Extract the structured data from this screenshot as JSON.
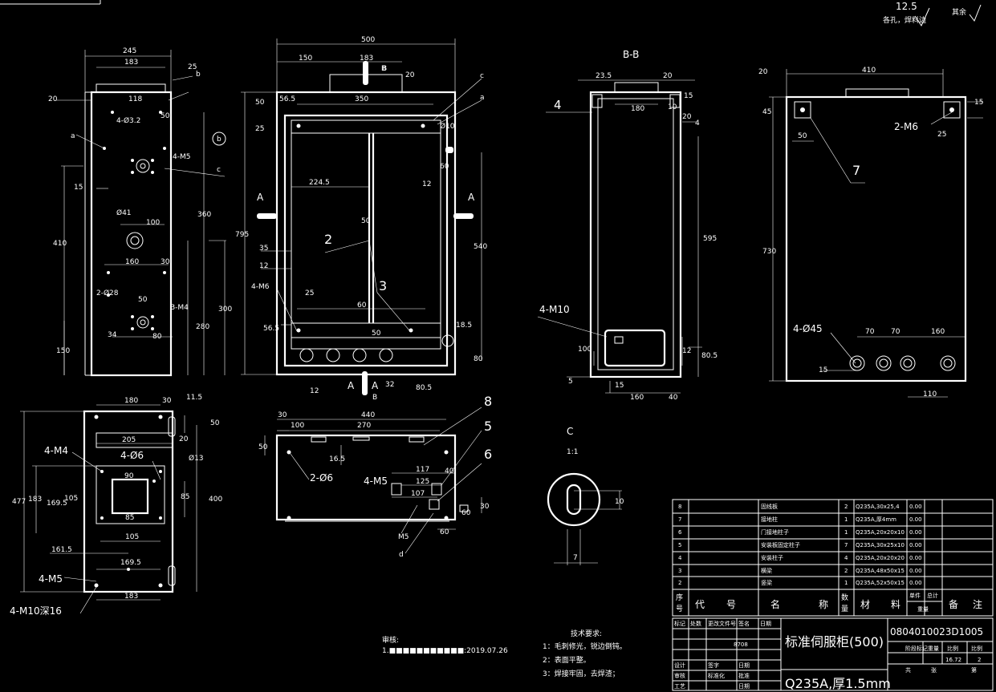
{
  "notes": {
    "roughness_value": "12.5",
    "roughness_label": "各孔，焊料边",
    "roughness_rest": "其余",
    "stamp_label": "审核:",
    "stamp_text": "1.■■■■■■■■■■■:2019.07.26",
    "title": "技术要求:",
    "lines": [
      "1：毛刺修光，锐边倒钝。",
      "2：表面平整。",
      "3：焊接牢固，去焊渣；"
    ]
  },
  "side_view": {
    "dims": [
      "245",
      "183",
      "25",
      "20",
      "118",
      "4-Ø3.2",
      "50",
      "4-M5",
      "15",
      "100",
      "160",
      "30",
      "2-Ø28",
      "50",
      "B-M4",
      "34",
      "80",
      "b",
      "c",
      "a",
      "b",
      "Ø41",
      "410",
      "360",
      "300",
      "280",
      "150"
    ]
  },
  "front_view": {
    "dims": [
      "500",
      "150",
      "183",
      "B",
      "56.5",
      "350",
      "20",
      "c",
      "a",
      "50",
      "25",
      "Ø10",
      "60",
      "12",
      "224.5",
      "50",
      "795",
      "540",
      "35",
      "12",
      "4-M6",
      "25",
      "60",
      "56.5",
      "50",
      "18.5",
      "80",
      "12",
      "32",
      "80.5"
    ],
    "callouts": [
      "2",
      "3"
    ],
    "section_marks": [
      "A",
      "A",
      "A",
      "A",
      "B",
      "B"
    ]
  },
  "section_bb": {
    "title": "B-B",
    "dims": [
      "23.5",
      "20",
      "180",
      "10",
      "15",
      "4",
      "595",
      "100",
      "12",
      "80.5",
      "5",
      "15",
      "160",
      "40",
      "20"
    ],
    "callouts": [
      "4",
      "4-M10"
    ]
  },
  "rear_view": {
    "dims": [
      "20",
      "410",
      "45",
      "50",
      "730",
      "70",
      "70",
      "160",
      "15",
      "110",
      "25",
      "15"
    ],
    "callouts": [
      "2-M6",
      "7",
      "4-Ø45"
    ]
  },
  "bottom_view": {
    "dims": [
      "180",
      "30",
      "11.5",
      "50",
      "20",
      "205",
      "477",
      "183",
      "169.5",
      "105",
      "90",
      "85",
      "85",
      "400",
      "105",
      "161.5",
      "169.5",
      "183",
      "Ø13"
    ],
    "callouts": [
      "4-M4",
      "4-Ø6",
      "4-M5",
      "4-M10深16"
    ]
  },
  "top_view": {
    "dims": [
      "30",
      "440",
      "100",
      "270",
      "50",
      "16.5",
      "117",
      "40",
      "125",
      "107",
      "30",
      "60",
      "60",
      "M5",
      "d"
    ],
    "callouts": [
      "2-Ø6",
      "4-M5",
      "8",
      "5",
      "6"
    ]
  },
  "detail_c": {
    "title": "C",
    "scale": "1:1",
    "dims": [
      "10",
      "7"
    ]
  },
  "parts": {
    "rows": [
      {
        "no": "8",
        "name": "固线板",
        "qty": "2",
        "material": "Q235A,30x25,4",
        "weight": "0.00"
      },
      {
        "no": "7",
        "name": "接地柱",
        "qty": "1",
        "material": "Q235A,厚4mm",
        "weight": "0.00"
      },
      {
        "no": "6",
        "name": "门接地柱子",
        "qty": "1",
        "material": "Q235A,20x20x10",
        "weight": "0.00"
      },
      {
        "no": "5",
        "name": "安装板固定柱子",
        "qty": "7",
        "material": "Q235A,30x25x10",
        "weight": "0.00"
      },
      {
        "no": "4",
        "name": "安装柱子",
        "qty": "4",
        "material": "Q235A,20x20x20",
        "weight": "0.00"
      },
      {
        "no": "3",
        "name": "横梁",
        "qty": "2",
        "material": "Q235A,48x50x15",
        "weight": "0.00"
      },
      {
        "no": "2",
        "name": "竖梁",
        "qty": "1",
        "material": "Q235A,52x50x15",
        "weight": "0.00"
      }
    ],
    "headers": [
      "序",
      "号",
      "代",
      "号",
      "名",
      "称",
      "数",
      "量",
      "材",
      "料",
      "单件",
      "总计",
      "重量",
      "备",
      "注"
    ]
  },
  "title_block": {
    "revision_headers": [
      "标记",
      "处数",
      "更改文件号",
      "签名",
      "日期"
    ],
    "revision_value": "8708",
    "approval_labels": [
      "设计",
      "审核",
      "工艺",
      "签字",
      "标准化",
      "日期",
      "批准",
      "日期"
    ],
    "drawing_title": "标准伺服柜(500)",
    "material": "Q235A,厚1.5mm",
    "drawing_number": "0804010023D1005",
    "grid_labels": [
      "阶段标记",
      "重量",
      "比例",
      "比例"
    ],
    "weight": "16.72",
    "scale": "2",
    "sheet_labels": [
      "共",
      "张",
      "第"
    ]
  }
}
